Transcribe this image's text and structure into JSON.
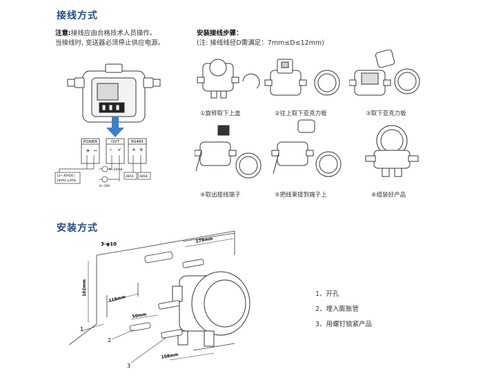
{
  "wiring": {
    "title": "接线方式",
    "note_label": "注意:",
    "note_line1": "接线应由合格技术人员操作。",
    "note_line2": "当接线时, 变送器必须停止供应电源。",
    "steps_title": "安装接线步骤：",
    "steps_note": "(注: 接线线径D需满足：7mm≤D≤12mm)",
    "diagram": {
      "power": "POWER",
      "out": "OUT",
      "rs485": "RS485",
      "supply1": "12~30VDC/",
      "supply2": "24VAC±20%",
      "current": "4~20mA",
      "voltage": "0~10V",
      "a485": "485A",
      "b485": "485B",
      "pA": "A",
      "pB": "B",
      "pI": "I",
      "pV": "V"
    },
    "steps": [
      {
        "label": "①旋转取下上盖"
      },
      {
        "label": "②往上取下亚克力板"
      },
      {
        "label": "③取下亚克力板"
      },
      {
        "label": "④取出接线端子"
      },
      {
        "label": "⑤把线束接到端子上"
      },
      {
        "label": "⑥组装好产品"
      }
    ]
  },
  "install": {
    "title": "安装方式",
    "dims": {
      "holes": "3-φ10",
      "w179": "179mm",
      "h102": "102mm",
      "w118": "118mm",
      "w50": "50mm",
      "w108": "108mm"
    },
    "callouts": [
      "1",
      "2",
      "3"
    ],
    "list": [
      "1、开孔",
      "2、埋入膨胀管",
      "3、用螺钉锁紧产品"
    ]
  },
  "colors": {
    "title": "#1f4e8c",
    "arrow": "#3b7fd0",
    "line": "#333333"
  }
}
